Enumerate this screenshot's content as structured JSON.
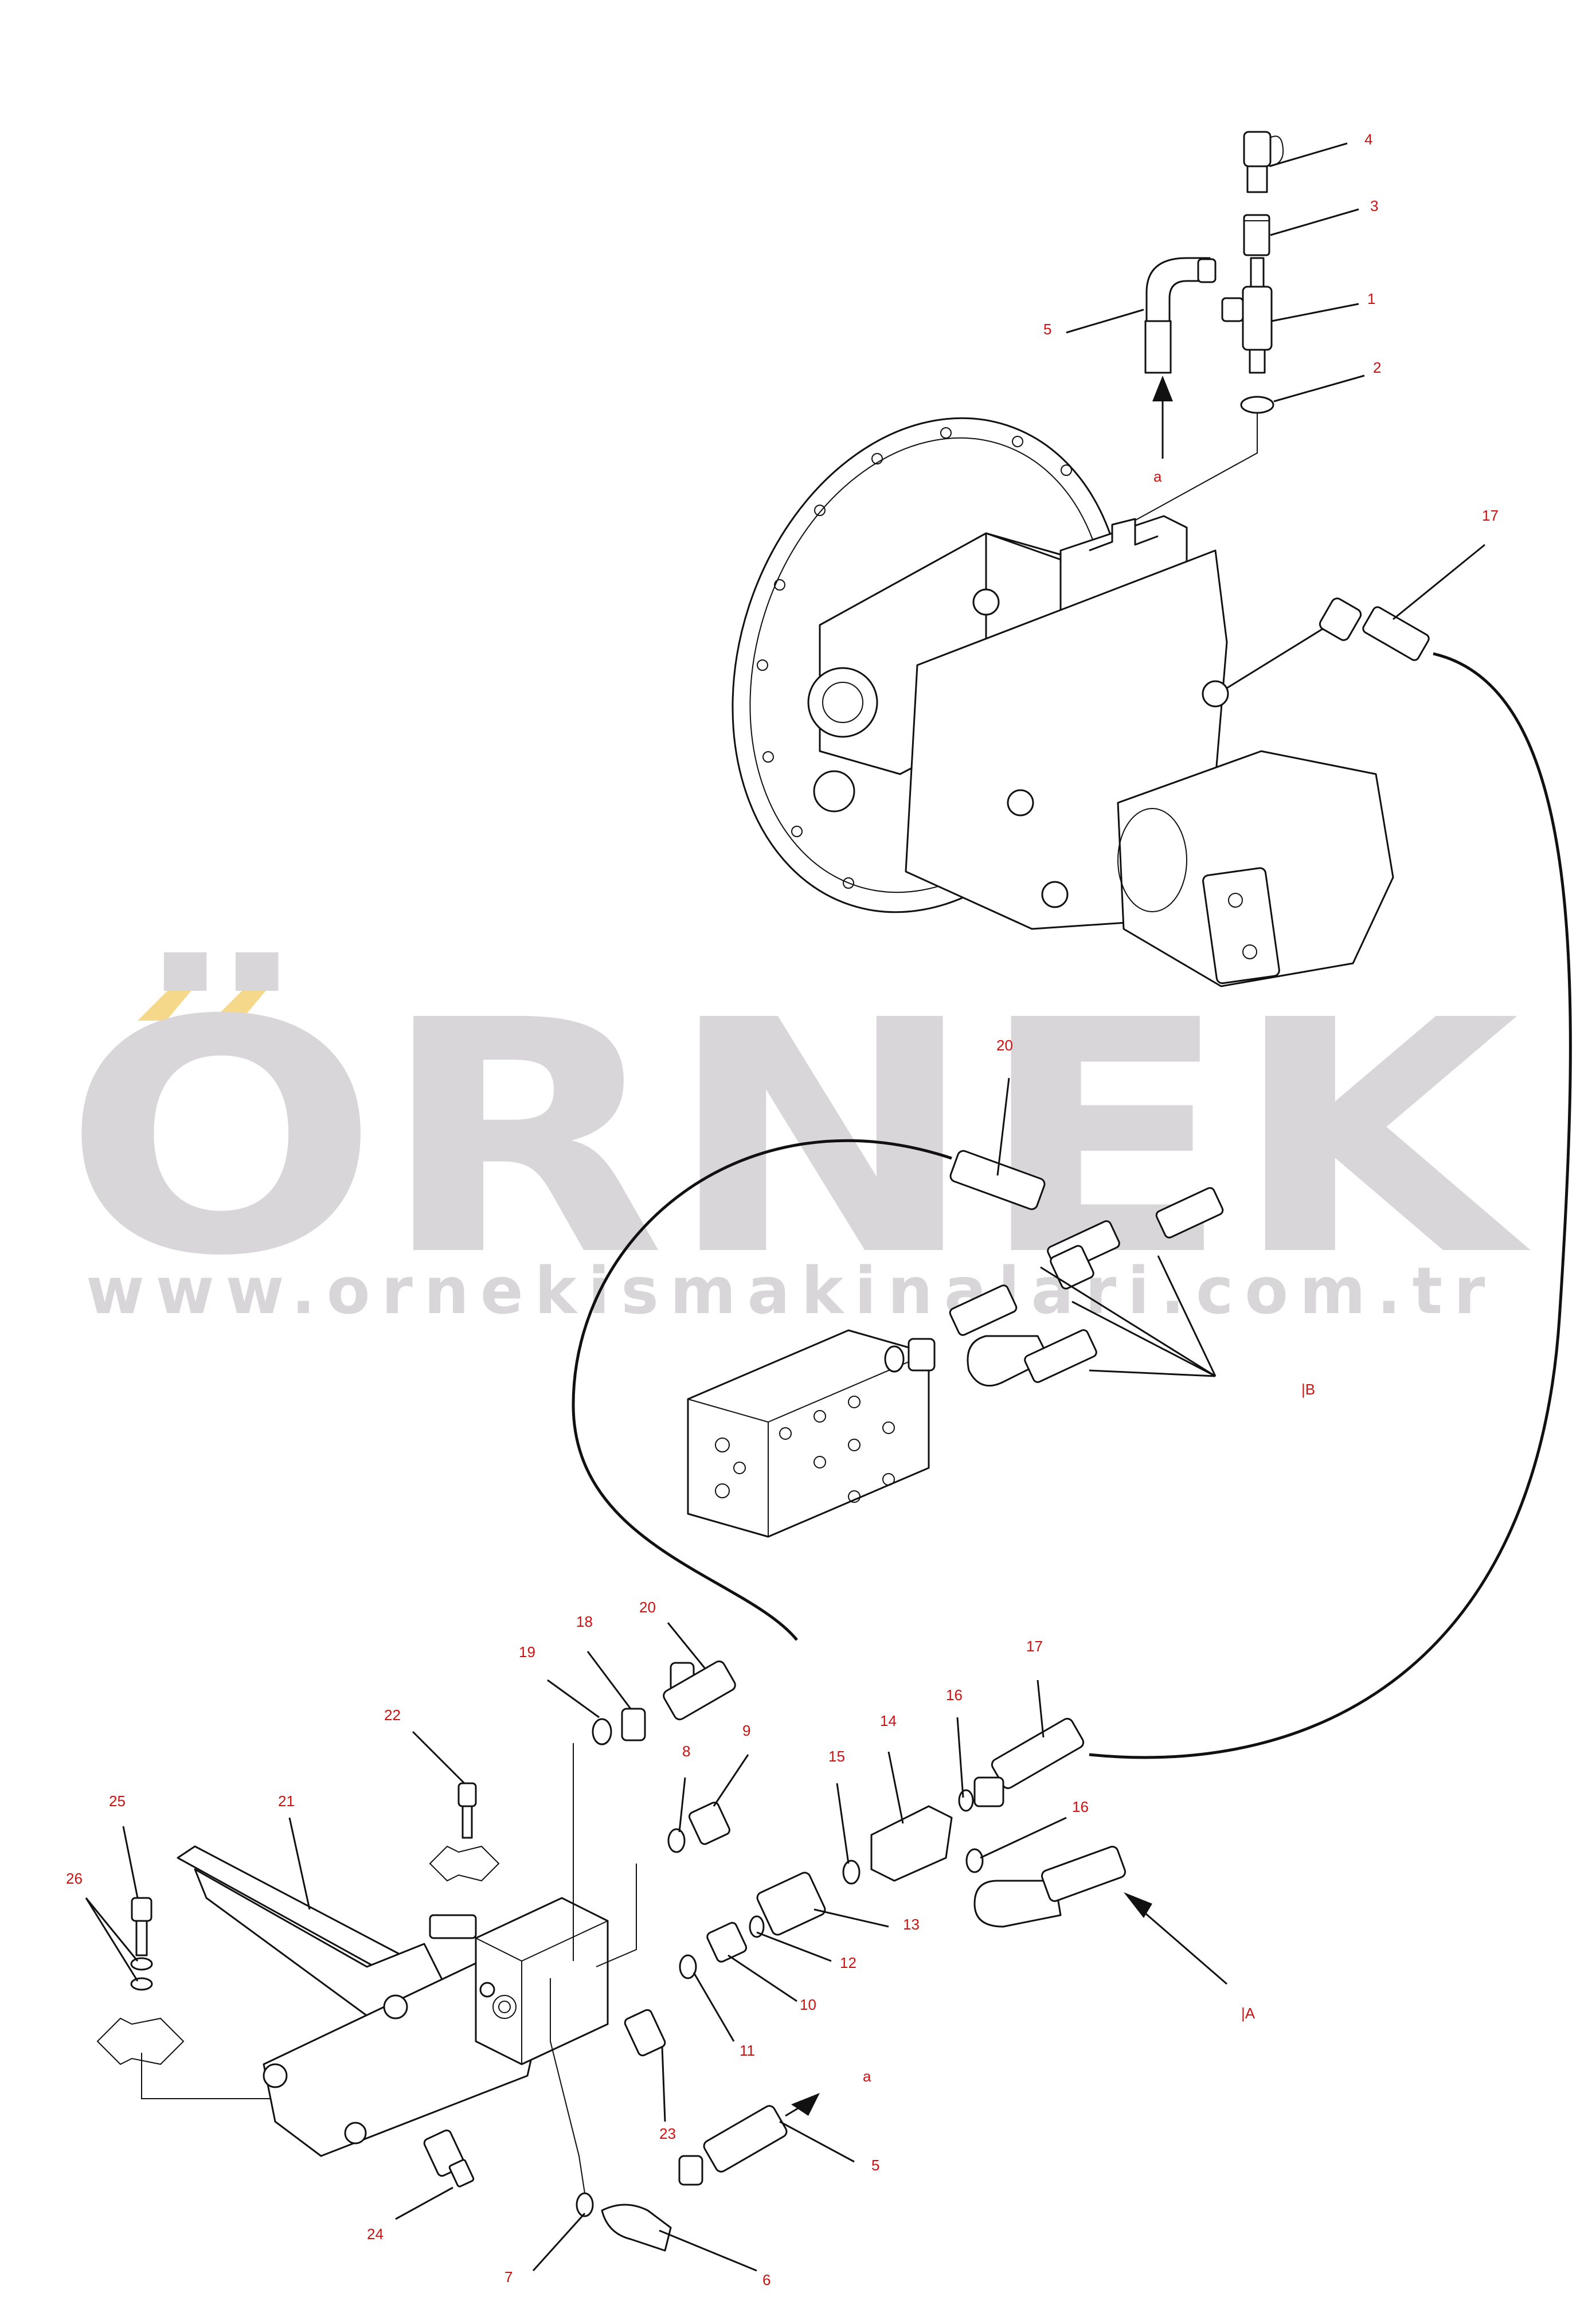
{
  "watermark": {
    "brand": "ÖRNEK",
    "url": "www.ornekismakinalari.com.tr",
    "accent_color": "#f6d88a",
    "text_color": "#d9d6da"
  },
  "callouts": {
    "c1": "1",
    "c2": "2",
    "c3": "3",
    "c4": "4",
    "c5_top": "5",
    "a_top": "a",
    "c17_top": "17",
    "c20_mid": "20",
    "B": "|B",
    "c20": "20",
    "c18": "18",
    "c19": "19",
    "c17": "17",
    "c22": "22",
    "c8": "8",
    "c9": "9",
    "c15": "15",
    "c14": "14",
    "c16a": "16",
    "c16b": "16",
    "c25": "25",
    "c21": "21",
    "c26": "26",
    "c13": "13",
    "c12": "12",
    "c10": "10",
    "c11": "11",
    "A": "|A",
    "c23": "23",
    "a_bottom": "a",
    "c5_bottom": "5",
    "c24": "24",
    "c7": "7",
    "c6": "6"
  },
  "colors": {
    "callout": "#cc1111",
    "line": "#111111"
  }
}
